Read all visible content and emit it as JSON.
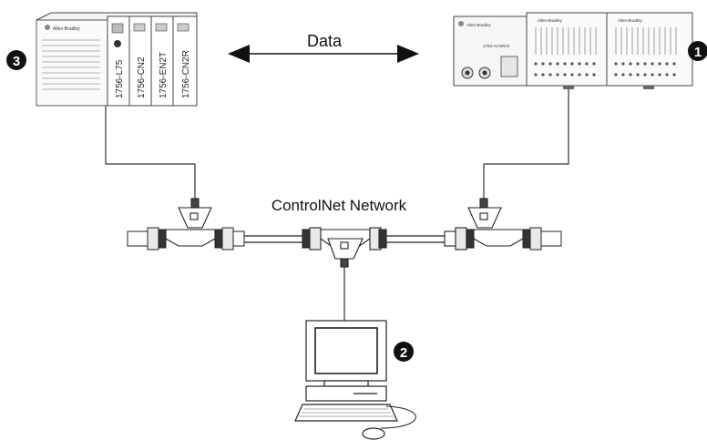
{
  "diagram": {
    "data_label": "Data",
    "network_label": "ControlNet Network",
    "callouts": [
      "1",
      "2",
      "3"
    ],
    "chassis_modules": [
      "1756-L75",
      "1756-CN2",
      "1756-EN2T",
      "1756-CN2R"
    ],
    "brand_text": "Allen-Bradley",
    "adapter_brand": "Allen-Bradley",
    "io_brand": "Allen-Bradley",
    "adapter_model": "1794-ACNR15"
  }
}
